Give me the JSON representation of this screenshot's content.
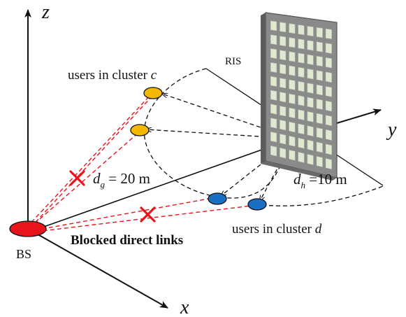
{
  "axes": {
    "z": "z",
    "x": "x",
    "y": "y"
  },
  "labels": {
    "ris": "RIS",
    "bs": "BS",
    "cluster_c_text": "users in cluster ",
    "cluster_c_var": "c",
    "cluster_d_text": "users in cluster ",
    "cluster_d_var": "d",
    "blocked": "Blocked direct links",
    "dg_var": "d",
    "dg_sub": "g",
    "dg_value": " = 20 m",
    "dh_var": "d",
    "dh_sub": "h",
    "dh_value": " =10 m"
  },
  "colors": {
    "bs": "#e8141b",
    "user_c": "#f5b800",
    "user_d": "#1a6fc4",
    "blocked_link": "#e8141b",
    "blocked_mark": "#e8141b",
    "ris_frame": "#7a7a7a",
    "ris_element": "#dfe9d2",
    "line": "#111111"
  },
  "icons": {
    "blocked": "x-mark-icon"
  }
}
